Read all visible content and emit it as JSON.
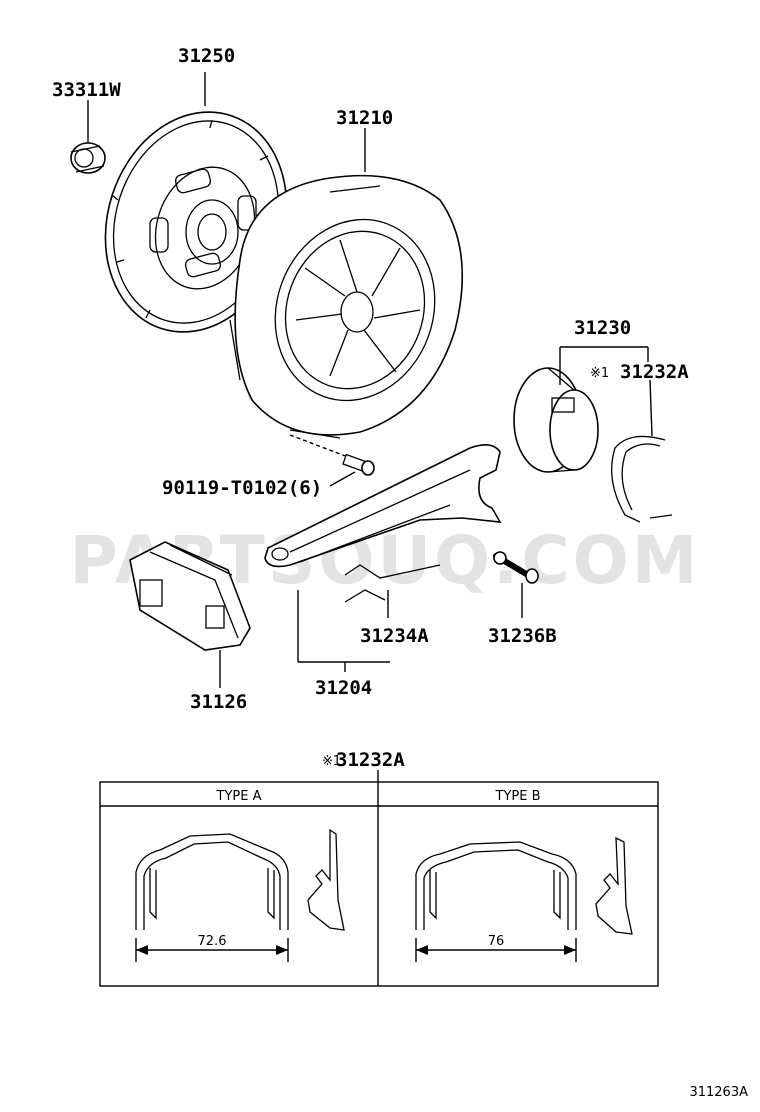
{
  "watermark": "PARTSOUQ.COM",
  "parts": {
    "p33311W": "33311W",
    "p31250": "31250",
    "p31210": "31210",
    "p31230": "31230",
    "p31232A": "31232A",
    "p90119": "90119-T0102(6)",
    "p31126": "31126",
    "p31204": "31204",
    "p31234A": "31234A",
    "p31236B": "31236B"
  },
  "note_mark": "※1",
  "detail": {
    "mark": "※1",
    "part": "31232A",
    "type_a": {
      "header": "TYPE A",
      "dimension": "72.6"
    },
    "type_b": {
      "header": "TYPE B",
      "dimension": "76"
    }
  },
  "illustration_ref": "311263A"
}
